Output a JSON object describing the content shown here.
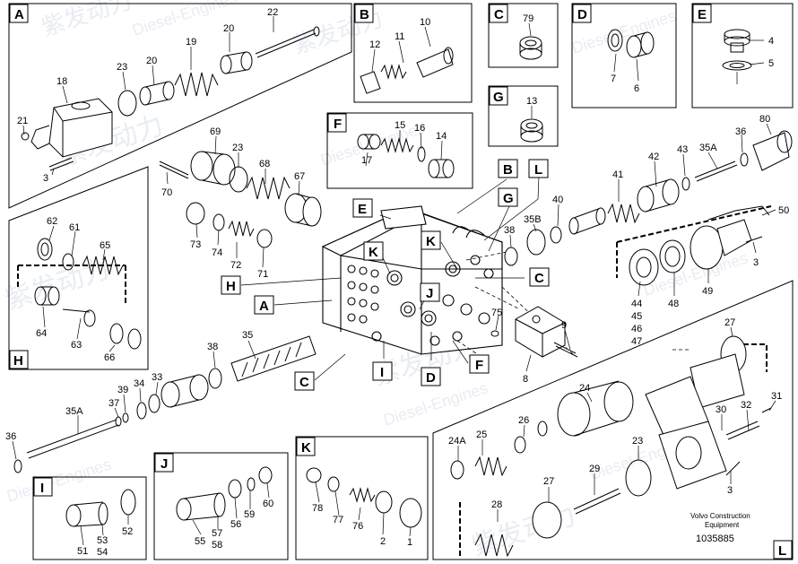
{
  "watermark": {
    "brand_cn": "紫发动力",
    "brand_en": "Diesel-Engines"
  },
  "footer": {
    "brand": "Volvo Construction Equipment",
    "code": "1035885"
  },
  "sections": [
    {
      "id": "A",
      "inset": true
    },
    {
      "id": "B",
      "inset": true
    },
    {
      "id": "C",
      "inset": true
    },
    {
      "id": "D",
      "inset": true
    },
    {
      "id": "E",
      "inset": true
    },
    {
      "id": "F",
      "inset": true
    },
    {
      "id": "G",
      "inset": true
    },
    {
      "id": "H",
      "inset": true
    },
    {
      "id": "I",
      "inset": true
    },
    {
      "id": "J",
      "inset": true
    },
    {
      "id": "K",
      "inset": true
    },
    {
      "id": "L",
      "inset": true
    }
  ],
  "callouts": [
    "B",
    "L",
    "G",
    "E",
    "K",
    "K",
    "H",
    "A",
    "J",
    "C",
    "C",
    "I",
    "D",
    "F"
  ],
  "part_numbers": [
    "22",
    "20",
    "19",
    "23",
    "20",
    "18",
    "21",
    "3",
    "10",
    "11",
    "12",
    "79",
    "7",
    "6",
    "4",
    "5",
    "13",
    "15",
    "16",
    "14",
    "17",
    "69",
    "23",
    "68",
    "67",
    "70",
    "73",
    "74",
    "72",
    "71",
    "62",
    "61",
    "65",
    "64",
    "63",
    "66",
    "80",
    "36",
    "35A",
    "43",
    "42",
    "41",
    "40",
    "38",
    "35B",
    "50",
    "3",
    "44",
    "45",
    "46",
    "47",
    "48",
    "49",
    "75",
    "9",
    "8",
    "38",
    "35",
    "33",
    "34",
    "39",
    "37",
    "35A",
    "36",
    "27",
    "24",
    "26",
    "25",
    "24A",
    "23",
    "28",
    "27",
    "29",
    "30",
    "32",
    "31",
    "3",
    "51",
    "53",
    "54",
    "52",
    "55",
    "57",
    "58",
    "56",
    "59",
    "60",
    "78",
    "77",
    "76",
    "2",
    "1"
  ]
}
